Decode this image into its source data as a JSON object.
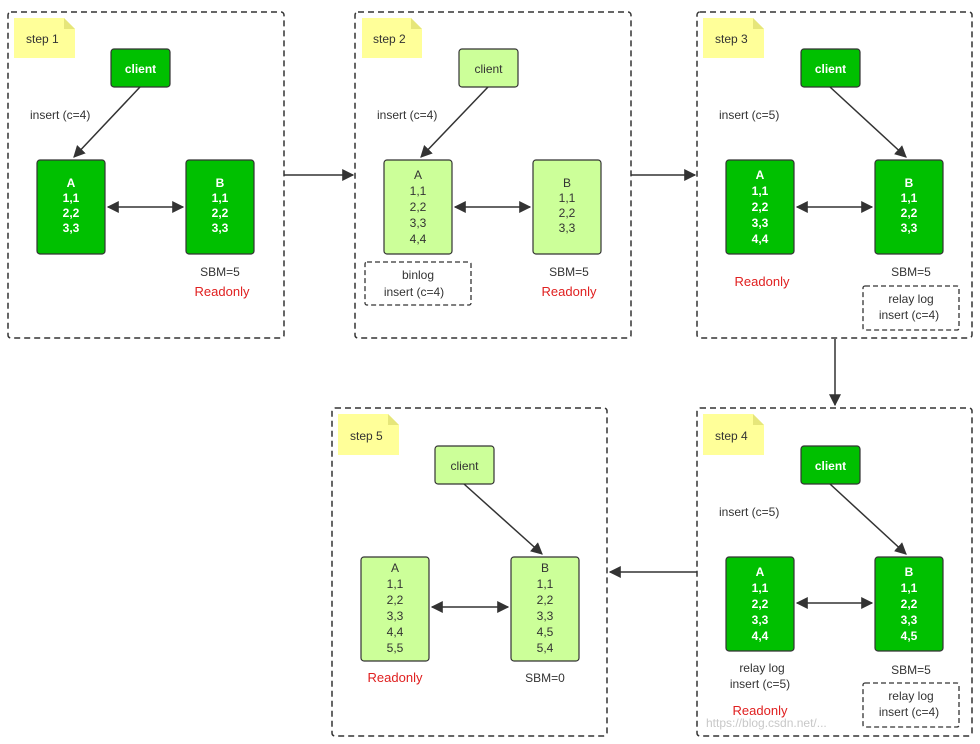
{
  "colors": {
    "dark_green": "#00c000",
    "light_green": "#ccff99",
    "note_yellow": "#ffff99",
    "readonly_red": "#e02020",
    "border": "#333333"
  },
  "steps": [
    {
      "id": "step1",
      "label": "step 1",
      "client": {
        "label": "client",
        "style": "dark"
      },
      "insert_label": "insert (c=4)",
      "node_a": {
        "name": "A",
        "rows": [
          "1,1",
          "2,2",
          "3,3"
        ],
        "style": "dark"
      },
      "node_b": {
        "name": "B",
        "rows": [
          "1,1",
          "2,2",
          "3,3"
        ],
        "style": "dark"
      },
      "sbm": "SBM=5",
      "readonly": "Readonly"
    },
    {
      "id": "step2",
      "label": "step 2",
      "client": {
        "label": "client",
        "style": "light"
      },
      "insert_label": "insert (c=4)",
      "node_a": {
        "name": "A",
        "rows": [
          "1,1",
          "2,2",
          "3,3",
          "4,4"
        ],
        "style": "light"
      },
      "node_b": {
        "name": "B",
        "rows": [
          "1,1",
          "2,2",
          "3,3"
        ],
        "style": "light"
      },
      "log_box": {
        "line1": "binlog",
        "line2": "insert  (c=4)"
      },
      "sbm": "SBM=5",
      "readonly": "Readonly"
    },
    {
      "id": "step3",
      "label": "step 3",
      "client": {
        "label": "client",
        "style": "dark"
      },
      "insert_label": "insert (c=5)",
      "node_a": {
        "name": "A",
        "rows": [
          "1,1",
          "2,2",
          "3,3",
          "4,4"
        ],
        "style": "dark"
      },
      "node_b": {
        "name": "B",
        "rows": [
          "1,1",
          "2,2",
          "3,3"
        ],
        "style": "dark"
      },
      "readonly": "Readonly",
      "sbm": "SBM=5",
      "log_box": {
        "line1": "relay log",
        "line2": "insert  (c=4)"
      }
    },
    {
      "id": "step4",
      "label": "step 4",
      "client": {
        "label": "client",
        "style": "dark"
      },
      "insert_label": "insert (c=5)",
      "node_a": {
        "name": "A",
        "rows": [
          "1,1",
          "2,2",
          "3,3",
          "4,4"
        ],
        "style": "dark"
      },
      "node_b": {
        "name": "B",
        "rows": [
          "1,1",
          "2,2",
          "3,3",
          "4,5"
        ],
        "style": "dark"
      },
      "relay_text": {
        "line1": "relay log",
        "line2": "insert  (c=5)"
      },
      "readonly": "Readonly",
      "sbm": "SBM=5",
      "log_box": {
        "line1": "relay log",
        "line2": "insert  (c=4)"
      }
    },
    {
      "id": "step5",
      "label": "step 5",
      "client": {
        "label": "client",
        "style": "light"
      },
      "node_a": {
        "name": "A",
        "rows": [
          "1,1",
          "2,2",
          "3,3",
          "4,4",
          "5,5"
        ],
        "style": "light"
      },
      "node_b": {
        "name": "B",
        "rows": [
          "1,1",
          "2,2",
          "3,3",
          "4,5",
          "5,4"
        ],
        "style": "light"
      },
      "readonly": "Readonly",
      "sbm": "SBM=0"
    }
  ],
  "watermark": "https://blog.csdn.net/..."
}
